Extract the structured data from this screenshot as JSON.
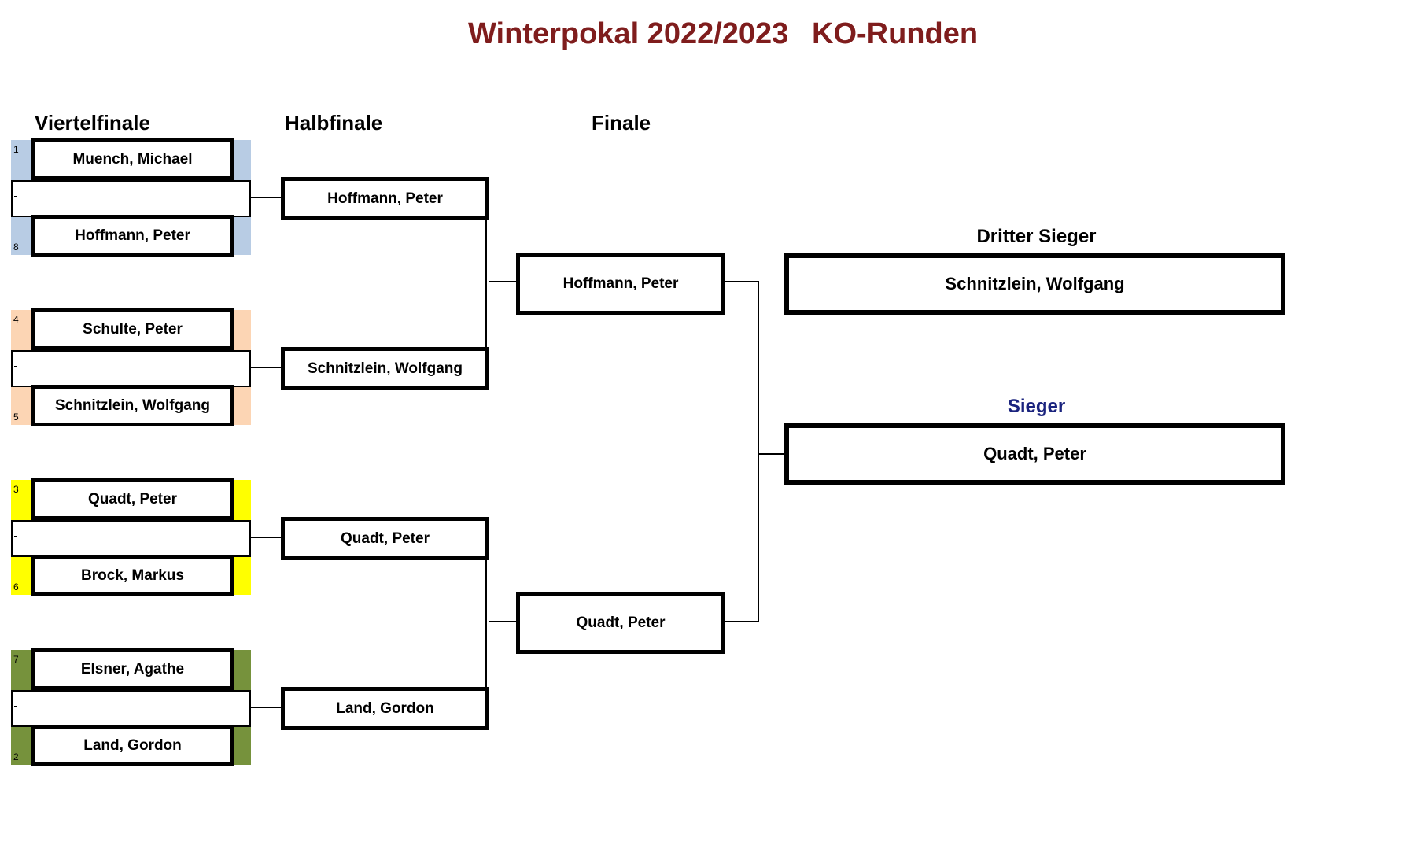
{
  "title": {
    "left": "Winterpokal 2022/2023",
    "right": "KO-Runden"
  },
  "rounds": {
    "quarter": "Viertelfinale",
    "semi": "Halbfinale",
    "final": "Finale"
  },
  "colors": {
    "title": "#7f1d1d",
    "sieger_label": "#1a237e",
    "group1": "#b8cce4",
    "group2": "#fcd5b4",
    "group3": "#ffff00",
    "group4": "#76923c"
  },
  "quarterfinals": [
    {
      "top": {
        "seed": "1",
        "name": "Muench, Michael"
      },
      "bottom": {
        "seed": "8",
        "name": "Hoffmann, Peter"
      },
      "color": "#b8cce4"
    },
    {
      "top": {
        "seed": "4",
        "name": "Schulte, Peter"
      },
      "bottom": {
        "seed": "5",
        "name": "Schnitzlein, Wolfgang"
      },
      "color": "#fcd5b4"
    },
    {
      "top": {
        "seed": "3",
        "name": "Quadt, Peter"
      },
      "bottom": {
        "seed": "6",
        "name": "Brock, Markus"
      },
      "color": "#ffff00"
    },
    {
      "top": {
        "seed": "7",
        "name": "Elsner, Agathe"
      },
      "bottom": {
        "seed": "2",
        "name": "Land, Gordon"
      },
      "color": "#76923c"
    }
  ],
  "semifinals": [
    "Hoffmann, Peter",
    "Schnitzlein, Wolfgang",
    "Quadt, Peter",
    "Land, Gordon"
  ],
  "finals": [
    "Hoffmann, Peter",
    "Quadt, Peter"
  ],
  "third": {
    "label": "Dritter Sieger",
    "name": "Schnitzlein, Wolfgang"
  },
  "winner": {
    "label": "Sieger",
    "name": "Quadt, Peter"
  }
}
